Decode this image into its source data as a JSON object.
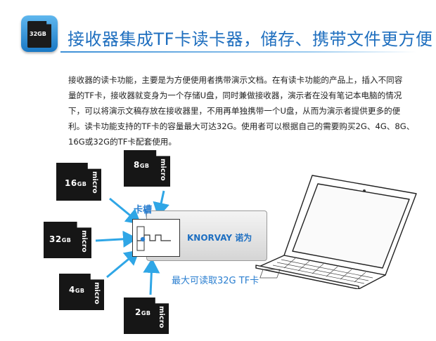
{
  "header": {
    "icon_label": "32GB",
    "title": "接收器集成TF卡读卡器，储存、携带文件更方便"
  },
  "description": "接收器的读卡功能，主要是为方便使用者携带演示文档。在有读卡功能的产品上，插入不同容\n量的TF卡，接收器就变身为一个存储U盘，同时兼做接收器，演示者在没有笔记本电脑的情况\n下，可以将演示文稿存放在接收器里，不用再单独携带一个U盘，从而为演示者提供更多的便\n利。读卡功能支持的TF卡的容量最大可达32G。使用者可以根据自己的需要购买2G、4G、8G、\n16G或32G的TF卡配套使用。",
  "cards": [
    {
      "num": "8",
      "unit": "GB",
      "brand": "micro"
    },
    {
      "num": "16",
      "unit": "GB",
      "brand": "micro"
    },
    {
      "num": "32",
      "unit": "GB",
      "brand": "micro"
    },
    {
      "num": "4",
      "unit": "GB",
      "brand": "micro"
    },
    {
      "num": "2",
      "unit": "GB",
      "brand": "micro"
    }
  ],
  "reader": {
    "slot_label": "卡槽",
    "brand": "KNORVAY 诺为"
  },
  "capacity_note": "最大可读取32G  TF卡",
  "colors": {
    "accent": "#2b7fd0",
    "card": "#161616"
  }
}
